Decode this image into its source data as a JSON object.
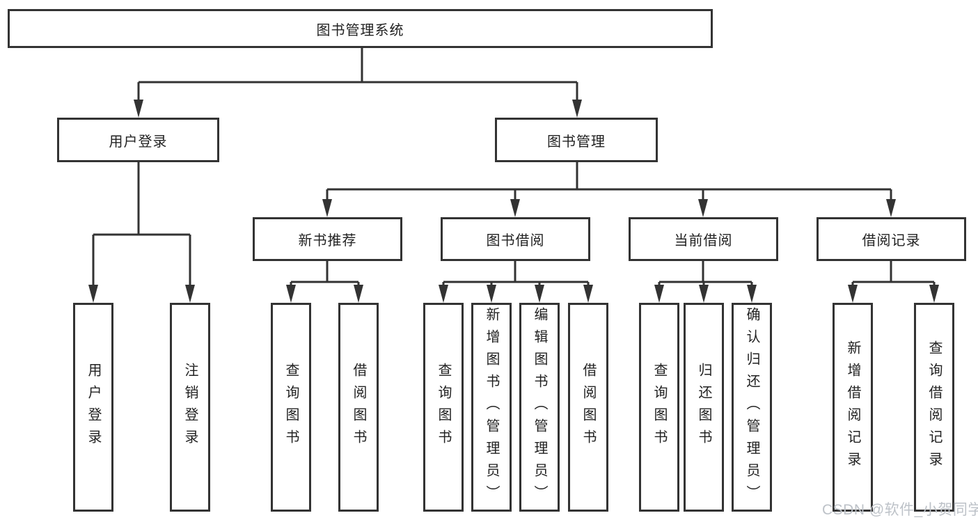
{
  "diagram": {
    "title": "图书管理系统",
    "level2": [
      {
        "label": "用户登录"
      },
      {
        "label": "图书管理"
      }
    ],
    "level3": [
      {
        "label": "新书推荐"
      },
      {
        "label": "图书借阅"
      },
      {
        "label": "当前借阅"
      },
      {
        "label": "借阅记录"
      }
    ],
    "leaf_groups": [
      {
        "parent": "用户登录",
        "items": [
          "用户登录",
          "注销登录"
        ]
      },
      {
        "parent": "新书推荐",
        "items": [
          "查询图书",
          "借阅图书"
        ]
      },
      {
        "parent": "图书借阅",
        "items": [
          "查询图书",
          "新增图书（管理员）",
          "编辑图书（管理员）",
          "借阅图书"
        ]
      },
      {
        "parent": "当前借阅",
        "items": [
          "查询图书",
          "归还图书",
          "确认归还（管理员）"
        ]
      },
      {
        "parent": "借阅记录",
        "items": [
          "新增借阅记录",
          "查询借阅记录"
        ]
      }
    ]
  },
  "watermark": {
    "text": "CSDN @软件_小贺同学"
  },
  "colors": {
    "line": "#333333",
    "text": "#222222",
    "watermark": "#bdc2c8",
    "background": "#ffffff"
  }
}
